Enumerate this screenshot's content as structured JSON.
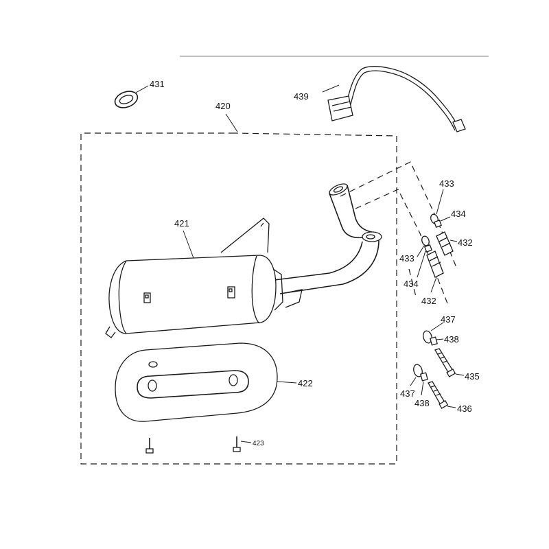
{
  "parts": {
    "assembly_box": "420",
    "muffler": "421",
    "heat_shield": "422",
    "shield_screw": "423",
    "exhaust_gasket": "431",
    "stud": "432",
    "washer": "433",
    "nut": "434",
    "bolt_a": "435",
    "bolt_b": "436",
    "washer_mount": "437",
    "spacer_mount": "438",
    "o2_sensor": "439"
  },
  "colors": {
    "ink": "#1a1a1a",
    "background": "#ffffff"
  }
}
